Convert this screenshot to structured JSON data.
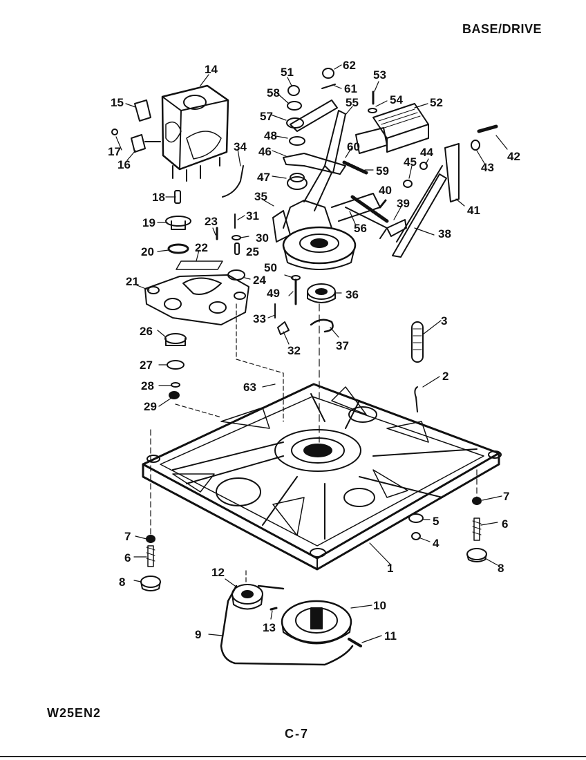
{
  "header": {
    "section_title": "BASE/DRIVE"
  },
  "footer": {
    "model": "W25EN2",
    "page": "C-7"
  },
  "callouts": [
    "1",
    "2",
    "3",
    "4",
    "5",
    "6",
    "6",
    "7",
    "7",
    "8",
    "8",
    "9",
    "10",
    "11",
    "12",
    "13",
    "14",
    "15",
    "16",
    "17",
    "18",
    "19",
    "20",
    "21",
    "22",
    "23",
    "24",
    "25",
    "26",
    "27",
    "28",
    "29",
    "30",
    "31",
    "32",
    "33",
    "34",
    "35",
    "36",
    "37",
    "38",
    "39",
    "40",
    "41",
    "42",
    "43",
    "44",
    "45",
    "46",
    "47",
    "48",
    "49",
    "50",
    "51",
    "52",
    "53",
    "54",
    "55",
    "56",
    "57",
    "58",
    "59",
    "60",
    "61",
    "62",
    "63"
  ]
}
